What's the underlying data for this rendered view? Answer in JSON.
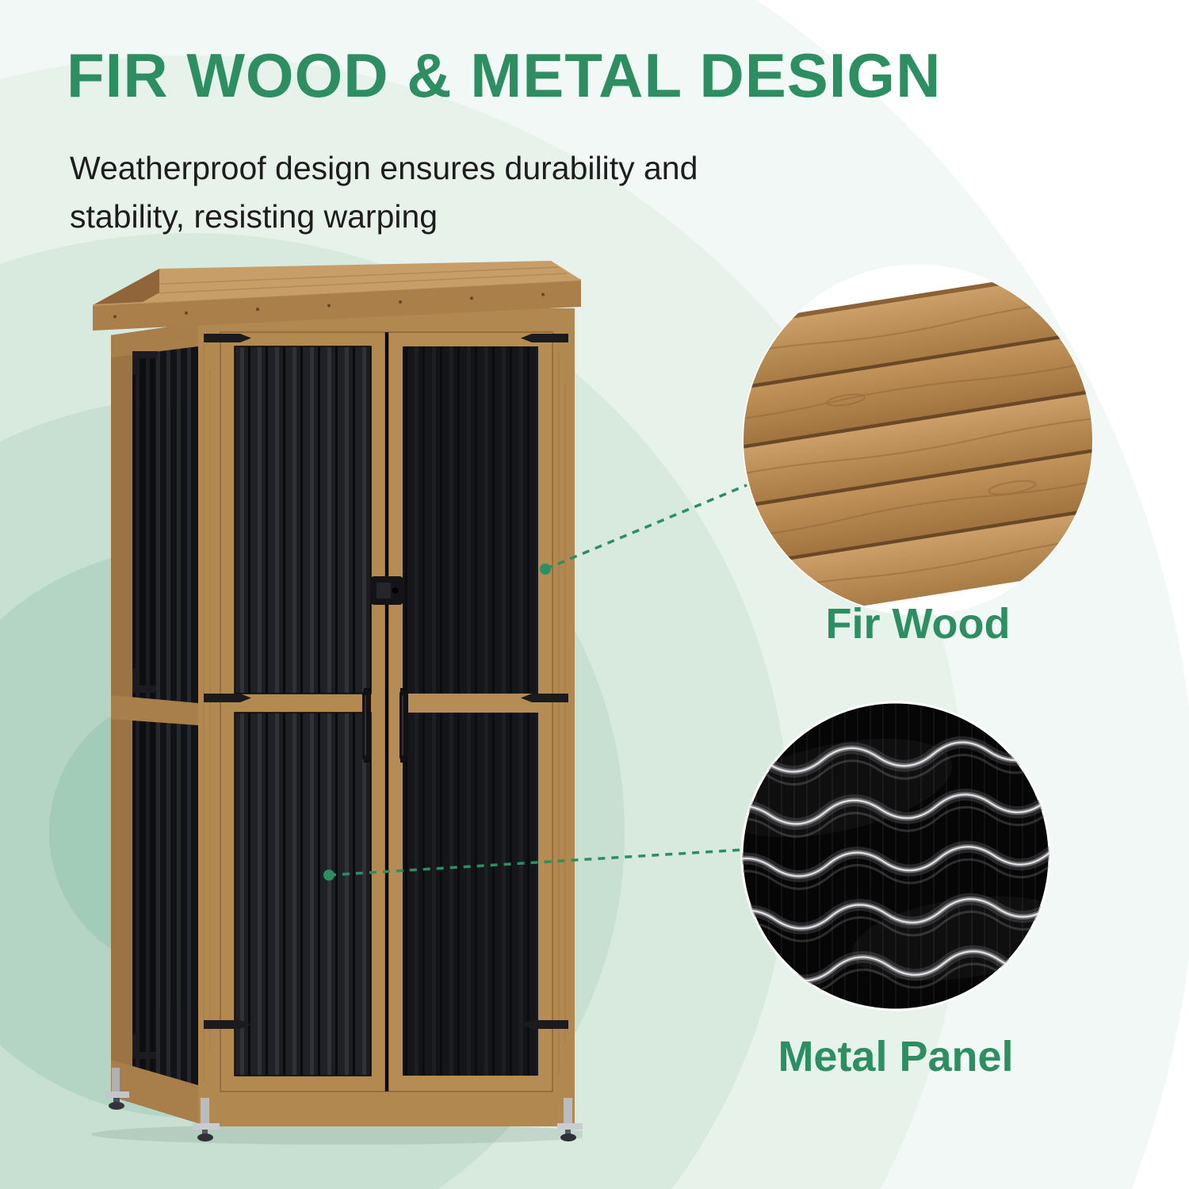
{
  "page": {
    "title": "FIR WOOD & METAL DESIGN",
    "subtitle_lines": [
      "Weatherproof design ensures durability and",
      "stability, resisting warping"
    ],
    "callouts": [
      {
        "id": "fir-wood",
        "label": "Fir Wood"
      },
      {
        "id": "metal-panel",
        "label": "Metal Panel"
      }
    ],
    "colors": {
      "accent_green": "#2d8e62",
      "text_dark": "#1d1d1d",
      "wood_brown": "#b1884f",
      "metal_black": "#17181b",
      "ring_greens": [
        "#a2ccb7",
        "#b4d5c3",
        "#c7e0d2",
        "#d8eade",
        "#e7f2eb",
        "#f2f8f5"
      ]
    }
  }
}
